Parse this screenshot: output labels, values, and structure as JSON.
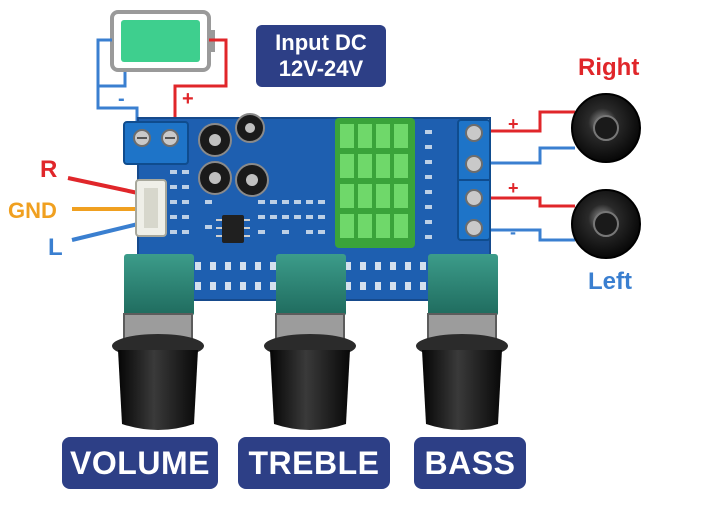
{
  "power": {
    "title_line1": "Input DC",
    "title_line2": "12V-24V",
    "minus": "-",
    "plus": "+"
  },
  "inputs": {
    "right": "R",
    "ground": "GND",
    "left": "L"
  },
  "speakers": {
    "right_label": "Right",
    "left_label": "Left",
    "plus": "+",
    "minus": "-"
  },
  "controls": {
    "volume": "VOLUME",
    "treble": "TREBLE",
    "bass": "BASS"
  },
  "colors": {
    "board": "#1e5fb0",
    "navy_label": "#2d3f86",
    "wire_red": "#e0262a",
    "wire_blue": "#3a7fd0",
    "wire_orange": "#f0a020",
    "battery_fill": "#3ecf8e",
    "heatsink": "#4fc04a",
    "terminal": "#1e74c8",
    "knob": "#141414"
  }
}
